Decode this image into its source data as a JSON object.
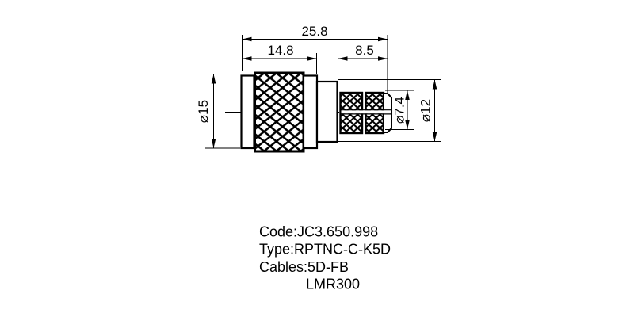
{
  "page": {
    "background_color": "#ffffff",
    "line_color": "#000000"
  },
  "drawing": {
    "type": "technical-drawing",
    "subject": "coaxial RF connector side view",
    "dimensions": {
      "total_length": "25.8",
      "body_length": "14.8",
      "rear_length": "8.5",
      "body_diameter": "⌀15",
      "ferrule_diameter": "⌀7.4",
      "step_diameter": "⌀12"
    }
  },
  "part_info": {
    "code_line": "Code:JC3.650.998",
    "type_line": "Type:RPTNC-C-K5D",
    "cables_line": "Cables:5D-FB",
    "cables_line_2": "LMR300"
  }
}
